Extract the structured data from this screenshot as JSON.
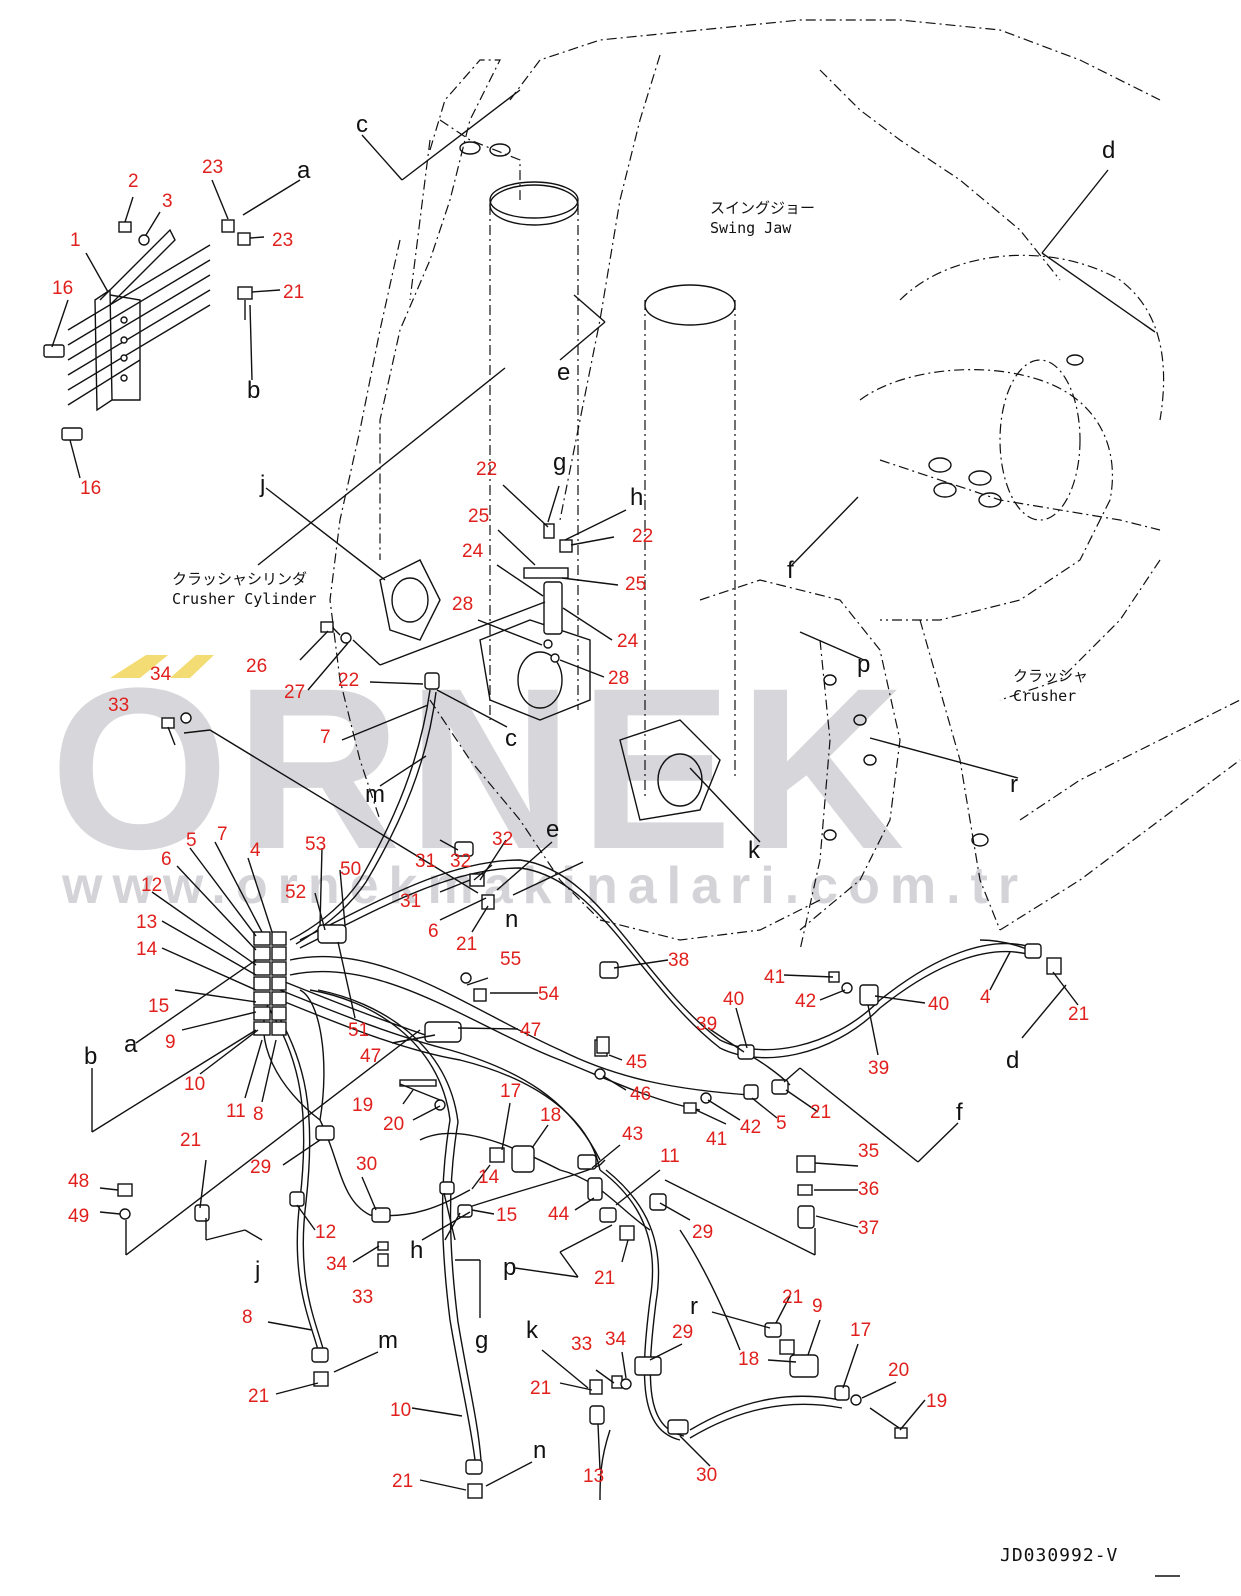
{
  "watermark": {
    "brand": "ORNEK",
    "url": "www.ornekmakinalari.com.tr",
    "accent_color": "#f3dc74",
    "text_color": "#b8b8bf"
  },
  "drawing_code": "JD030992-V",
  "captions": {
    "swing_jaw_jp": "スイングジョー",
    "swing_jaw_en": "Swing Jaw",
    "crusher_cylinder_jp": "クラッシャシリンダ",
    "crusher_cylinder_en": "Crusher Cylinder",
    "crusher_jp": "クラッシャ",
    "crusher_en": "Crusher"
  },
  "colors": {
    "part_number": "#e0201c",
    "line": "#111111"
  },
  "part_numbers": [
    "1",
    "2",
    "3",
    "23",
    "23",
    "21",
    "16",
    "16",
    "22",
    "25",
    "24",
    "25",
    "24",
    "28",
    "28",
    "22",
    "26",
    "27",
    "22",
    "7",
    "34",
    "33",
    "5",
    "7",
    "4",
    "6",
    "12",
    "13",
    "14",
    "15",
    "9",
    "10",
    "11",
    "8",
    "53",
    "50",
    "52",
    "51",
    "31",
    "32",
    "32",
    "31",
    "6",
    "21",
    "55",
    "54",
    "47",
    "47",
    "38",
    "41",
    "42",
    "40",
    "40",
    "39",
    "39",
    "4",
    "21",
    "45",
    "46",
    "19",
    "20",
    "17",
    "18",
    "43",
    "11",
    "14",
    "15",
    "44",
    "29",
    "41",
    "42",
    "5",
    "21",
    "35",
    "36",
    "37",
    "48",
    "49",
    "21",
    "29",
    "30",
    "12",
    "34",
    "33",
    "21",
    "8",
    "21",
    "10",
    "21",
    "21",
    "9",
    "17",
    "18",
    "20",
    "19",
    "33",
    "34",
    "29",
    "21",
    "13",
    "30"
  ],
  "reference_letters": [
    "a",
    "a",
    "b",
    "b",
    "c",
    "c",
    "d",
    "d",
    "e",
    "e",
    "f",
    "f",
    "g",
    "g",
    "h",
    "h",
    "j",
    "j",
    "k",
    "k",
    "m",
    "m",
    "n",
    "n",
    "p",
    "p",
    "r",
    "r"
  ]
}
